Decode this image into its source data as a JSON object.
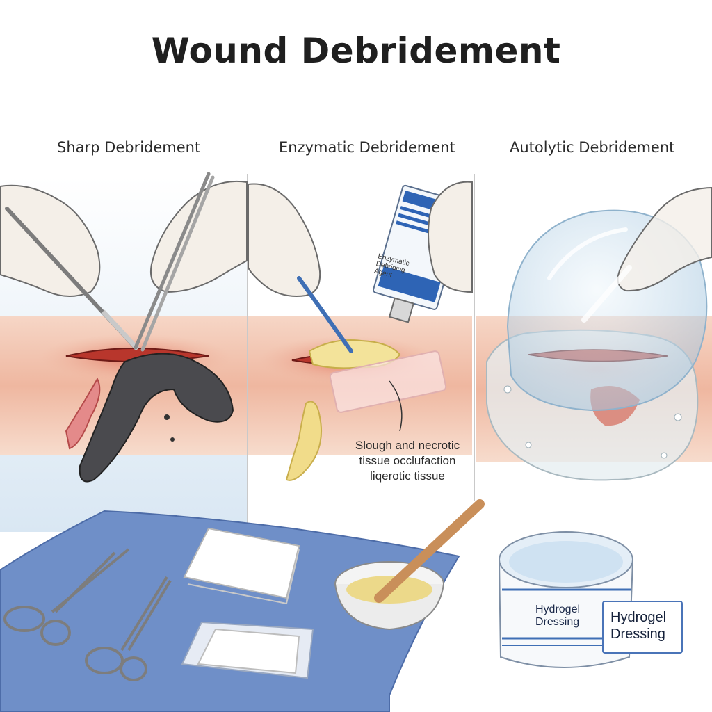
{
  "title": "Wound Debridement",
  "panels": [
    {
      "label": "Sharp Debridement"
    },
    {
      "label": "Enzymatic Debridement"
    },
    {
      "label": "Autolytic Debridement"
    }
  ],
  "tube_label": "Enzymatic Debriding Agent",
  "annotation": "Slough and necrotic tissue occlufaction liqerotic tissue",
  "tub_label": "Hydrogel Dressing",
  "tag_label": "Hydrogel Dressing"
}
